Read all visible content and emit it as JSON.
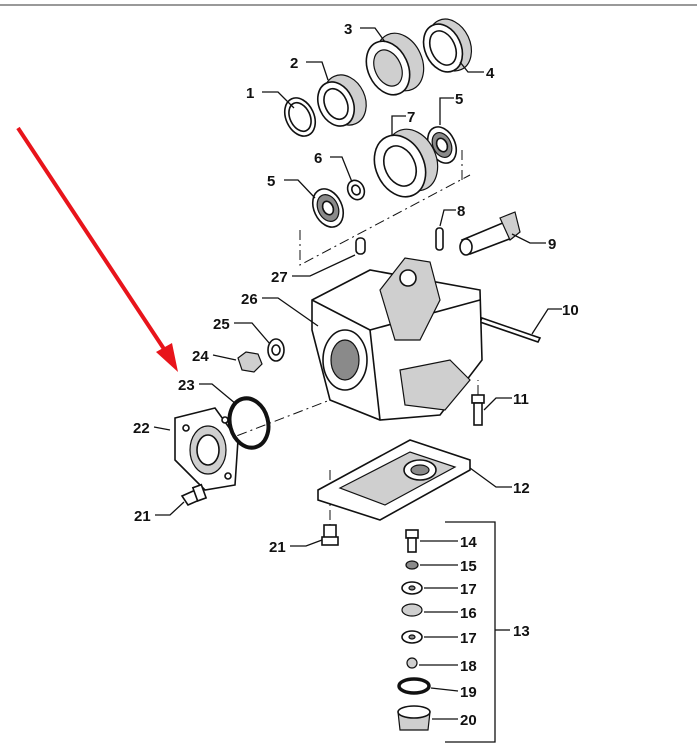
{
  "diagram": {
    "title_rule": true,
    "callouts": {
      "c1": "1",
      "c2": "2",
      "c3": "3",
      "c4": "4",
      "c5a": "5",
      "c5b": "5",
      "c6": "6",
      "c7": "7",
      "c8": "8",
      "c9": "9",
      "c10": "10",
      "c11": "11",
      "c12": "12",
      "c13": "13",
      "c14": "14",
      "c15": "15",
      "c16": "16",
      "c17a": "17",
      "c17b": "17",
      "c18": "18",
      "c19": "19",
      "c20": "20",
      "c21a": "21",
      "c21b": "21",
      "c22": "22",
      "c23": "23",
      "c24": "24",
      "c25": "25",
      "c26": "26",
      "c27": "27"
    },
    "highlight_arrow_color": "#e8141b",
    "highlighted_part": "23"
  }
}
